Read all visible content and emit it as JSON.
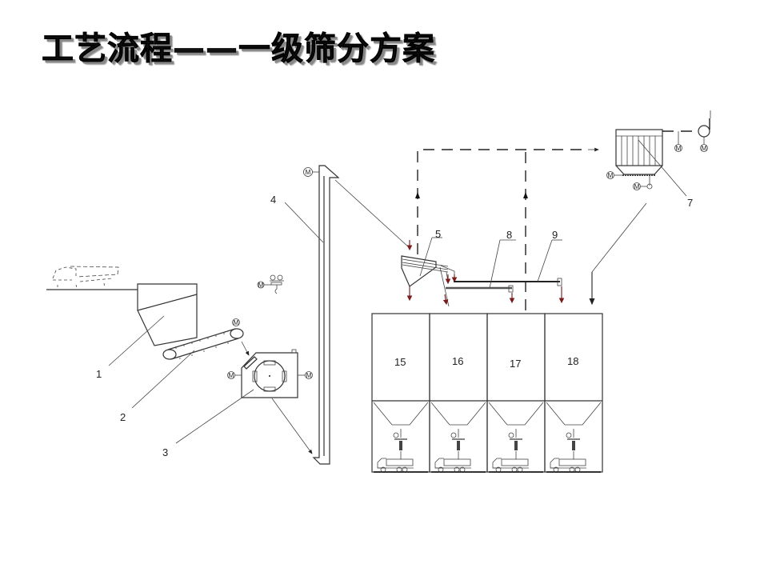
{
  "title": "工艺流程——一级筛分方案",
  "diagram": {
    "equipment_labels": [
      {
        "id": "1",
        "text": "1",
        "meaning": "hopper"
      },
      {
        "id": "2",
        "text": "2",
        "meaning": "belt-conveyor"
      },
      {
        "id": "3",
        "text": "3",
        "meaning": "crusher"
      },
      {
        "id": "4",
        "text": "4",
        "meaning": "bucket-elevator"
      },
      {
        "id": "5",
        "text": "5",
        "meaning": "vibrating-screen"
      },
      {
        "id": "7",
        "text": "7",
        "meaning": "bag-filter-dust-collector"
      },
      {
        "id": "8",
        "text": "8",
        "meaning": "screw-conveyor"
      },
      {
        "id": "9",
        "text": "9",
        "meaning": "screw-conveyor"
      }
    ],
    "silos": [
      {
        "label": "15"
      },
      {
        "label": "16"
      },
      {
        "label": "17"
      },
      {
        "label": "18"
      }
    ],
    "motor_symbol": "M"
  }
}
